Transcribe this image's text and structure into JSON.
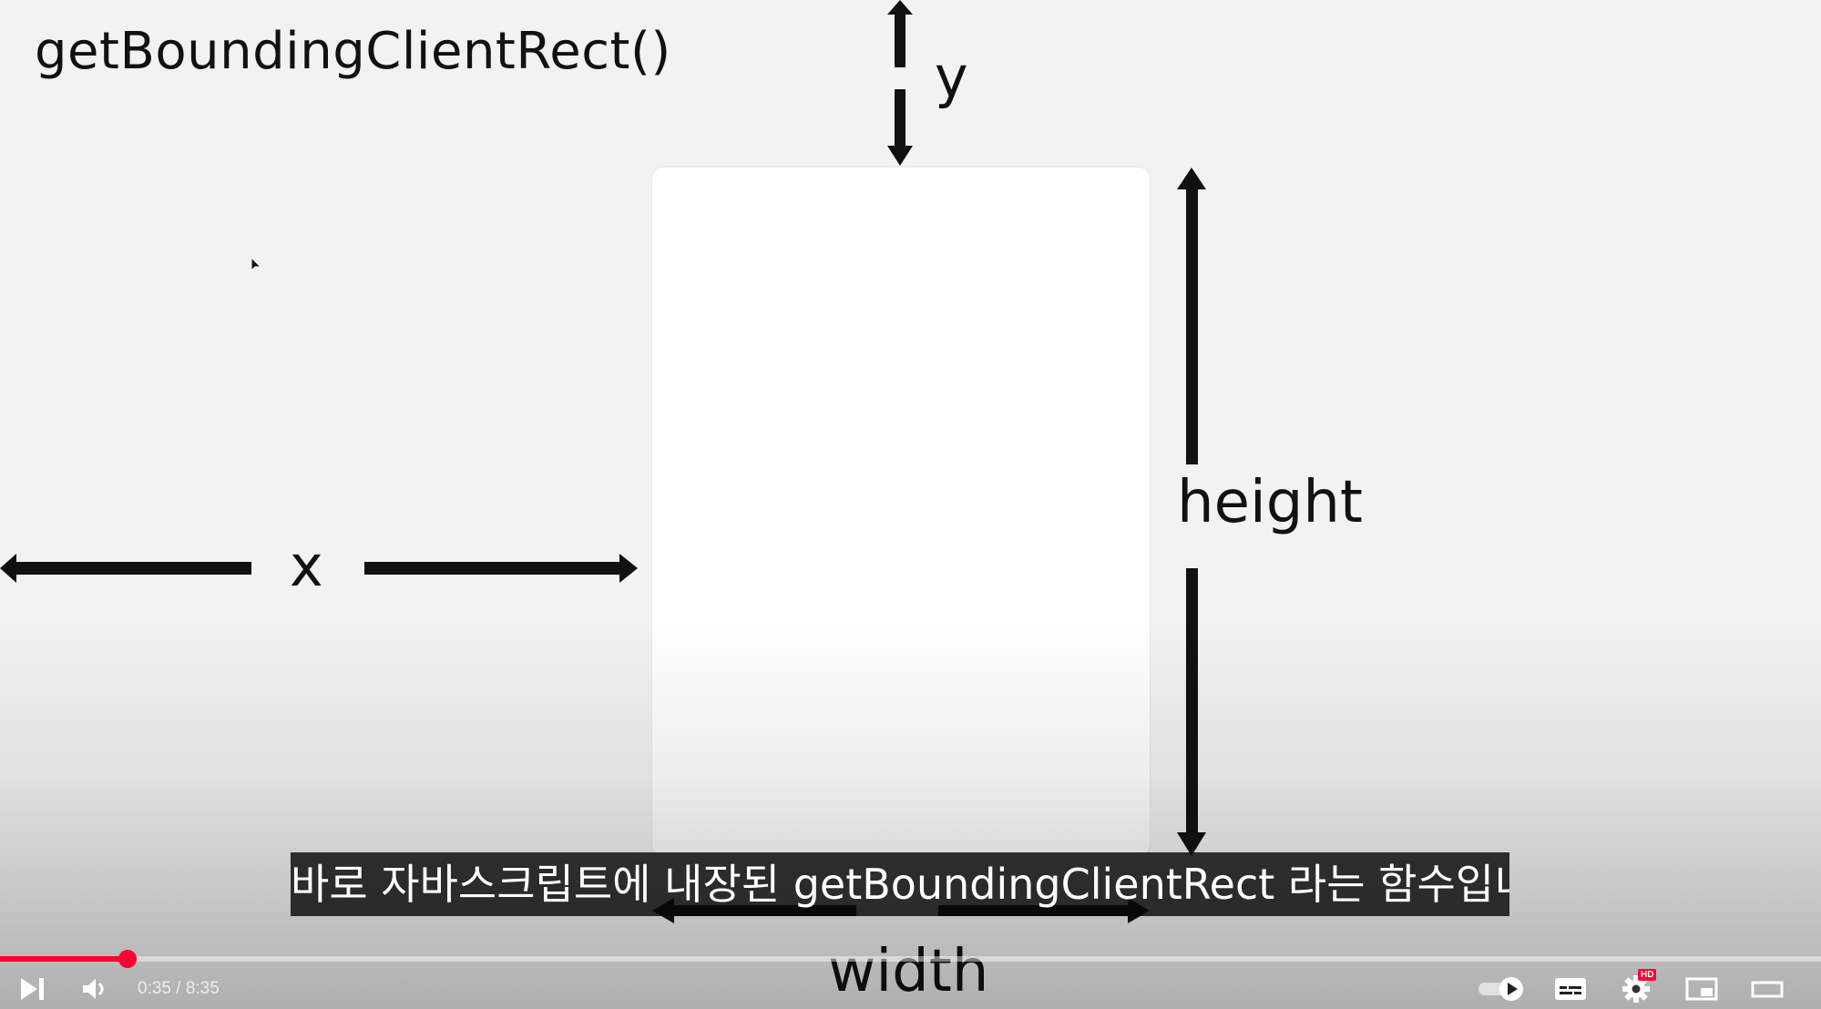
{
  "slide": {
    "title": "getBoundingClientRect()",
    "labels": {
      "x": "x",
      "y": "y",
      "height": "height",
      "width": "width"
    }
  },
  "subtitle": "바로 자바스크립트에 내장된 getBoundingClientRect 라는 함수입니다",
  "player": {
    "current_time": "0:35",
    "separator": " / ",
    "duration": "8:35",
    "progress": 0.0699,
    "hd_badge": "HD",
    "colors": {
      "progress": "#ff0033",
      "control_icons": "#ffffff"
    },
    "icons": [
      "next-icon",
      "volume-icon",
      "autoplay-toggle-icon",
      "subtitles-icon",
      "settings-icon",
      "miniplayer-icon",
      "theater-mode-icon"
    ]
  }
}
